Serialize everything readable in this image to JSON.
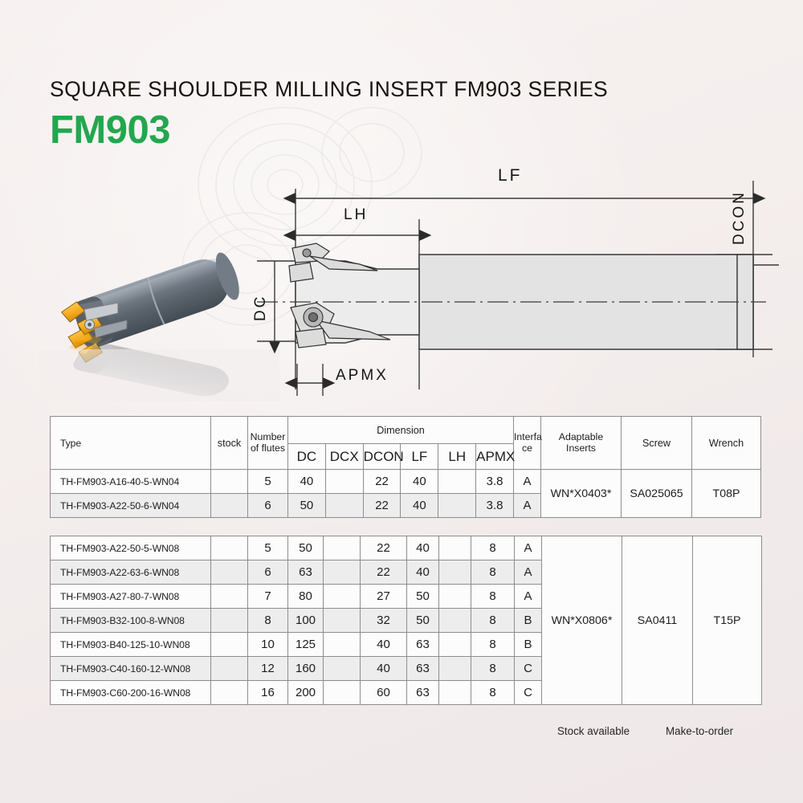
{
  "header": {
    "title": "SQUARE SHOULDER MILLING INSERT FM903 SERIES",
    "model": "FM903",
    "accent_color": "#22a74e",
    "background_color": "#f5f1f0"
  },
  "product_photo": {
    "alt": "milling tool holder with yellow carbide inserts",
    "body_color": "#6b7280",
    "insert_color": "#f2a71b"
  },
  "drawing": {
    "labels": {
      "lf": "LF",
      "lh": "LH",
      "dc": "DC",
      "dcon": "DCON",
      "apmx": "APMX"
    },
    "body_fill": "#e3e3e3",
    "line_color": "#3a3a3a"
  },
  "table": {
    "headers": {
      "type": "Type",
      "stock": "stock",
      "flutes": "Number\nof flutes",
      "flutes_line1": "Number",
      "flutes_line2": "of flutes",
      "dimension": "Dimension",
      "dc": "DC",
      "dcx": "DCX",
      "dcon": "DCON",
      "lf": "LF",
      "lh": "LH",
      "apmx": "APMX",
      "interface": "Interface",
      "interface_line1": "Interfa",
      "interface_line2": "ce",
      "inserts": "Adaptable\nInserts",
      "inserts_line1": "Adaptable",
      "inserts_line2": "Inserts",
      "screw": "Screw",
      "wrench": "Wrench"
    },
    "block1": {
      "rows": [
        {
          "type": "TH-FM903-A16-40-5-WN04",
          "stock": "",
          "flutes": "5",
          "dc": "40",
          "dcx": "",
          "dcon": "22",
          "lf": "40",
          "lh": "",
          "apmx": "3.8",
          "interface": "A"
        },
        {
          "type": "TH-FM903-A22-50-6-WN04",
          "stock": "",
          "flutes": "6",
          "dc": "50",
          "dcx": "",
          "dcon": "22",
          "lf": "40",
          "lh": "",
          "apmx": "3.8",
          "interface": "A"
        }
      ],
      "inserts": "WN*X0403*",
      "screw": "SA025065",
      "wrench": "T08P"
    },
    "block2": {
      "rows": [
        {
          "type": "TH-FM903-A22-50-5-WN08",
          "stock": "",
          "flutes": "5",
          "dc": "50",
          "dcx": "",
          "dcon": "22",
          "lf": "40",
          "lh": "",
          "apmx": "8",
          "interface": "A"
        },
        {
          "type": "TH-FM903-A22-63-6-WN08",
          "stock": "",
          "flutes": "6",
          "dc": "63",
          "dcx": "",
          "dcon": "22",
          "lf": "40",
          "lh": "",
          "apmx": "8",
          "interface": "A"
        },
        {
          "type": "TH-FM903-A27-80-7-WN08",
          "stock": "",
          "flutes": "7",
          "dc": "80",
          "dcx": "",
          "dcon": "27",
          "lf": "50",
          "lh": "",
          "apmx": "8",
          "interface": "A"
        },
        {
          "type": "TH-FM903-B32-100-8-WN08",
          "stock": "",
          "flutes": "8",
          "dc": "100",
          "dcx": "",
          "dcon": "32",
          "lf": "50",
          "lh": "",
          "apmx": "8",
          "interface": "B"
        },
        {
          "type": "TH-FM903-B40-125-10-WN08",
          "stock": "",
          "flutes": "10",
          "dc": "125",
          "dcx": "",
          "dcon": "40",
          "lf": "63",
          "lh": "",
          "apmx": "8",
          "interface": "B"
        },
        {
          "type": "TH-FM903-C40-160-12-WN08",
          "stock": "",
          "flutes": "12",
          "dc": "160",
          "dcx": "",
          "dcon": "40",
          "lf": "63",
          "lh": "",
          "apmx": "8",
          "interface": "C"
        },
        {
          "type": "TH-FM903-C60-200-16-WN08",
          "stock": "",
          "flutes": "16",
          "dc": "200",
          "dcx": "",
          "dcon": "60",
          "lf": "63",
          "lh": "",
          "apmx": "8",
          "interface": "C"
        }
      ],
      "inserts": "WN*X0806*",
      "screw": "SA0411",
      "wrench": "T15P"
    }
  },
  "legend": {
    "stock_available": "Stock available",
    "make_to_order": "Make-to-order"
  }
}
